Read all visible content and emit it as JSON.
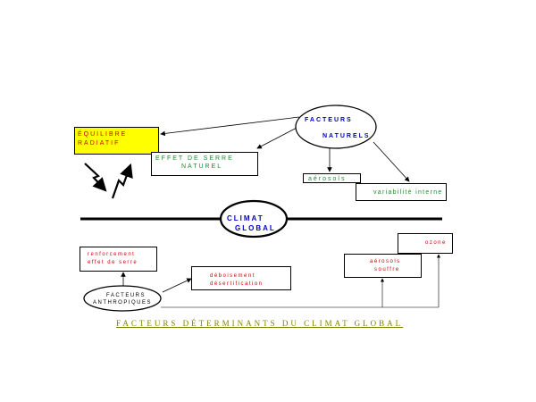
{
  "colors": {
    "red": "#cc0000",
    "green": "#1e8a2e",
    "blue": "#0000cc",
    "olive": "#808000",
    "highlight": "#ffff00",
    "line": "#000000"
  },
  "diagram": {
    "natural_factors": {
      "line1": "FACTEURS",
      "line2": "NATURELS"
    },
    "radiative_balance": {
      "line1": "ÉQUILIBRE",
      "line2": "RADIATIF"
    },
    "natural_greenhouse": {
      "line1": "EFFET DE SERRE",
      "line2": "NATUREL"
    },
    "aerosols": "aérosols",
    "internal_variability": "variabilité interne",
    "global_climate": {
      "line1": "CLIMAT",
      "line2": "GLOBAL"
    },
    "greenhouse_reinforcement": {
      "line1": "renforcement",
      "line2": "effet de serre"
    },
    "deforestation": {
      "line1": "déboisement",
      "line2": "désertification"
    },
    "anthropic_factors": {
      "line1": "FACTEURS",
      "line2": "ANTHROPIQUES"
    },
    "sulfur_aerosols": {
      "line1": "aérosols",
      "line2": "souffre"
    },
    "ozone": "ozone",
    "footer_title": "FACTEURS DÉTERMINANTS DU CLIMAT GLOBAL"
  }
}
